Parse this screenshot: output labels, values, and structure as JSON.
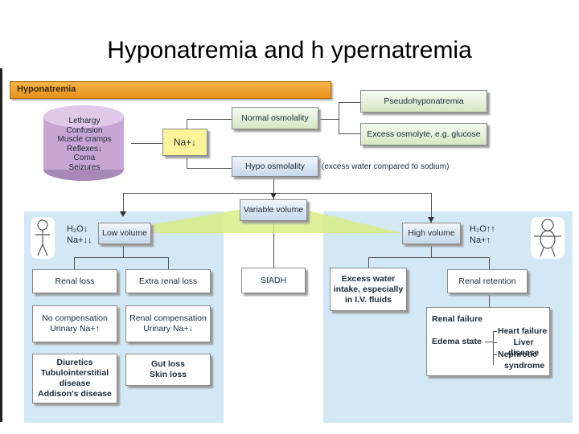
{
  "title": "Hyponatremia and h ypernatremia",
  "header": "Hyponatremia",
  "symptoms": [
    "Lethargy",
    "Confusion",
    "Muscle cramps",
    "Reflexes↓",
    "Coma",
    "Seizures"
  ],
  "na_low": "Na+↓",
  "normal_osmolality": "Normal osmolality",
  "pseudohyponatremia": "Pseudohyponatremia",
  "excess_osmolyte": "Excess osmolyte, e.g. glucose",
  "hypo_osmolality": "Hypo osmolality",
  "excess_note": "(excess water compared to sodium)",
  "variable_volume": "Variable volume",
  "low_volume": "Low volume",
  "high_volume": "High volume",
  "left_sym": {
    "h2o": "H₂O↓",
    "na": "Na+↓↓"
  },
  "right_sym": {
    "h2o": "H₂O↑↑",
    "na": "Na+↑"
  },
  "renal_loss": "Renal loss",
  "extra_renal_loss": "Extra renal loss",
  "siadh": "SIADH",
  "excess_water": [
    "Excess water",
    "intake, especially",
    "in I.V. fluids"
  ],
  "renal_retention": "Renal retention",
  "no_comp": [
    "No compensation",
    "Urinary Na+↑"
  ],
  "renal_comp": [
    "Renal compensation",
    "Urinary Na+↓"
  ],
  "diuretics": [
    "Diuretics",
    "Tubulointerstitial",
    "disease",
    "Addison's disease"
  ],
  "gut_loss": [
    "Gut loss",
    "Skin loss"
  ],
  "renal_failure": "Renal failure",
  "edema_state": "Edema state",
  "edema_causes": [
    "Heart failure",
    "Liver disease",
    "Nephrotic",
    "syndrome"
  ],
  "colors": {
    "header": "#f0a030",
    "panel": "#d2e8f4",
    "disk": "#d9b8e0",
    "wedge": "#d8ec80"
  }
}
